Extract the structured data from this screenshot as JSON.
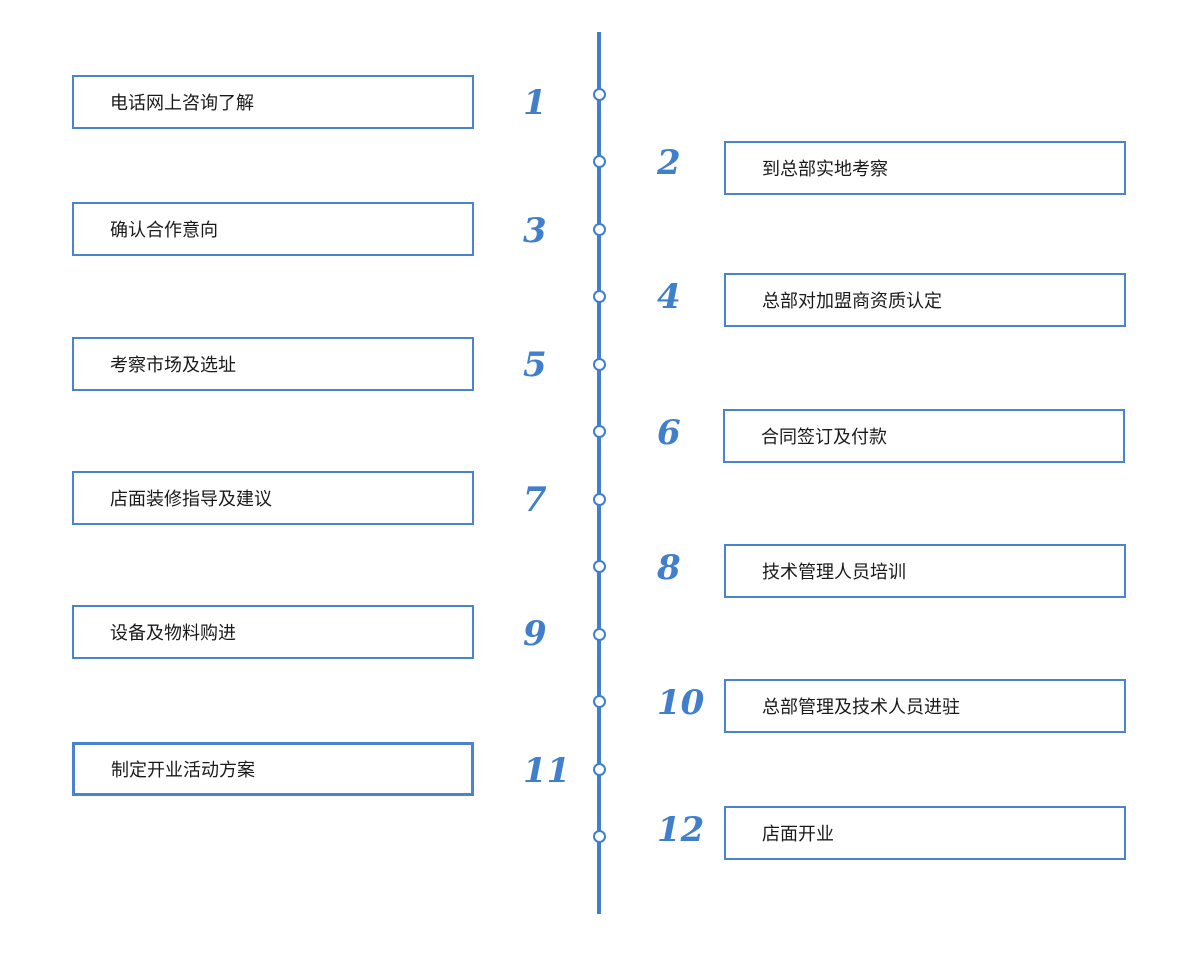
{
  "accent_color": "#3f7fcc",
  "steps": [
    {
      "num": "1",
      "label": "电话网上咨询了解"
    },
    {
      "num": "2",
      "label": "到总部实地考察"
    },
    {
      "num": "3",
      "label": "确认合作意向"
    },
    {
      "num": "4",
      "label": "总部对加盟商资质认定"
    },
    {
      "num": "5",
      "label": "考察市场及选址"
    },
    {
      "num": "6",
      "label": "合同签订及付款"
    },
    {
      "num": "7",
      "label": "店面装修指导及建议"
    },
    {
      "num": "8",
      "label": "技术管理人员培训"
    },
    {
      "num": "9",
      "label": "设备及物料购进"
    },
    {
      "num": "10",
      "label": "总部管理及技术人员进驻"
    },
    {
      "num": "11",
      "label": "制定开业活动方案"
    },
    {
      "num": "12",
      "label": "店面开业"
    }
  ]
}
